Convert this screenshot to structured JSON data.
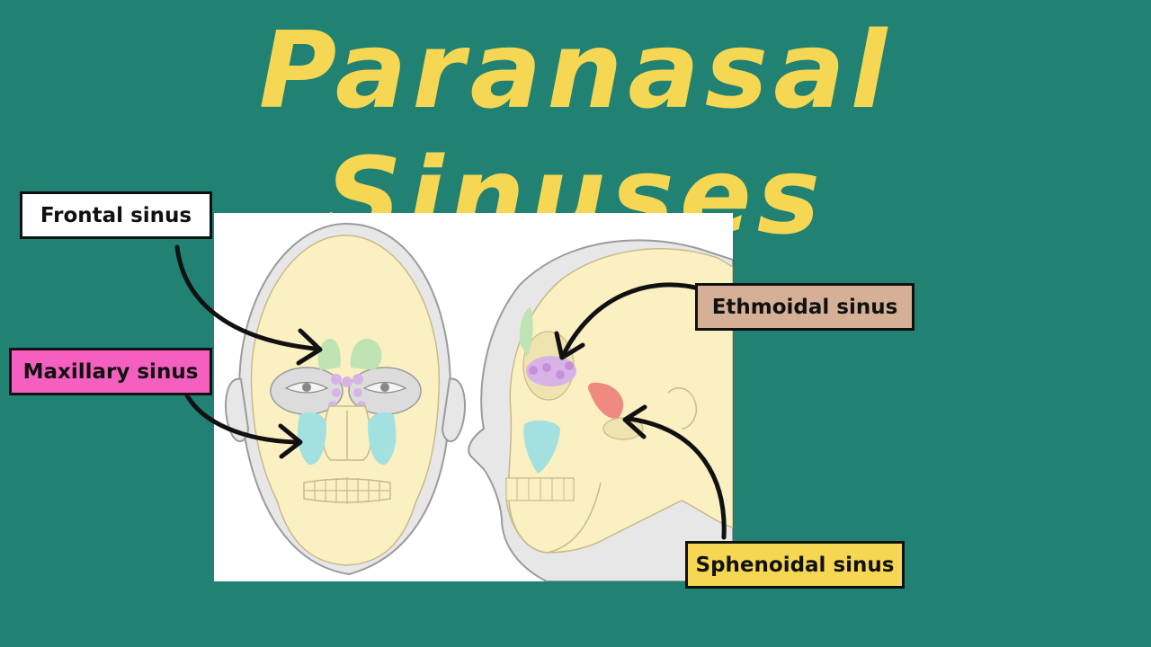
{
  "title": "Paranasal Sinuses",
  "labels": {
    "frontal": {
      "text": "Frontal sinus",
      "color": "#ffffff"
    },
    "maxillary": {
      "text": "Maxillary sinus",
      "color": "#f560c0"
    },
    "ethmoidal": {
      "text": "Ethmoidal sinus",
      "color": "#d6b096"
    },
    "sphenoidal": {
      "text": "Sphenoidal sinus",
      "color": "#f6d754"
    }
  },
  "colors": {
    "background": "#218172",
    "title": "#f6d754",
    "skull": "#fbf0c2",
    "frontal_sinus": "#bfe3b2",
    "maxillary_sinus": "#a3e1e0",
    "ethmoidal_sinus": "#d8b3e8",
    "sphenoidal_sinus": "#f08a80"
  }
}
